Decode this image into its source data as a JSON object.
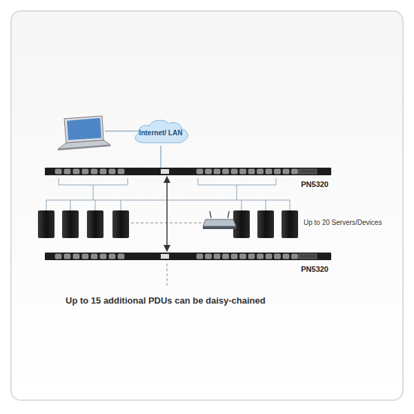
{
  "diagram": {
    "nodes": [
      {
        "text": [
          "Internet/ LAN"
        ]
      },
      {
        "text": [
          "PN5320"
        ]
      },
      {
        "text": [
          "PN5320"
        ]
      }
    ],
    "edges": [
      {
        "from": 0,
        "to": 1,
        "arrow": "none"
      },
      {
        "from": 1,
        "to": 2,
        "arrow": "both"
      }
    ],
    "labels": [
      "Up to 20 Servers/Devices",
      "Up to 15 additional PDUs can be daisy-chained"
    ]
  }
}
